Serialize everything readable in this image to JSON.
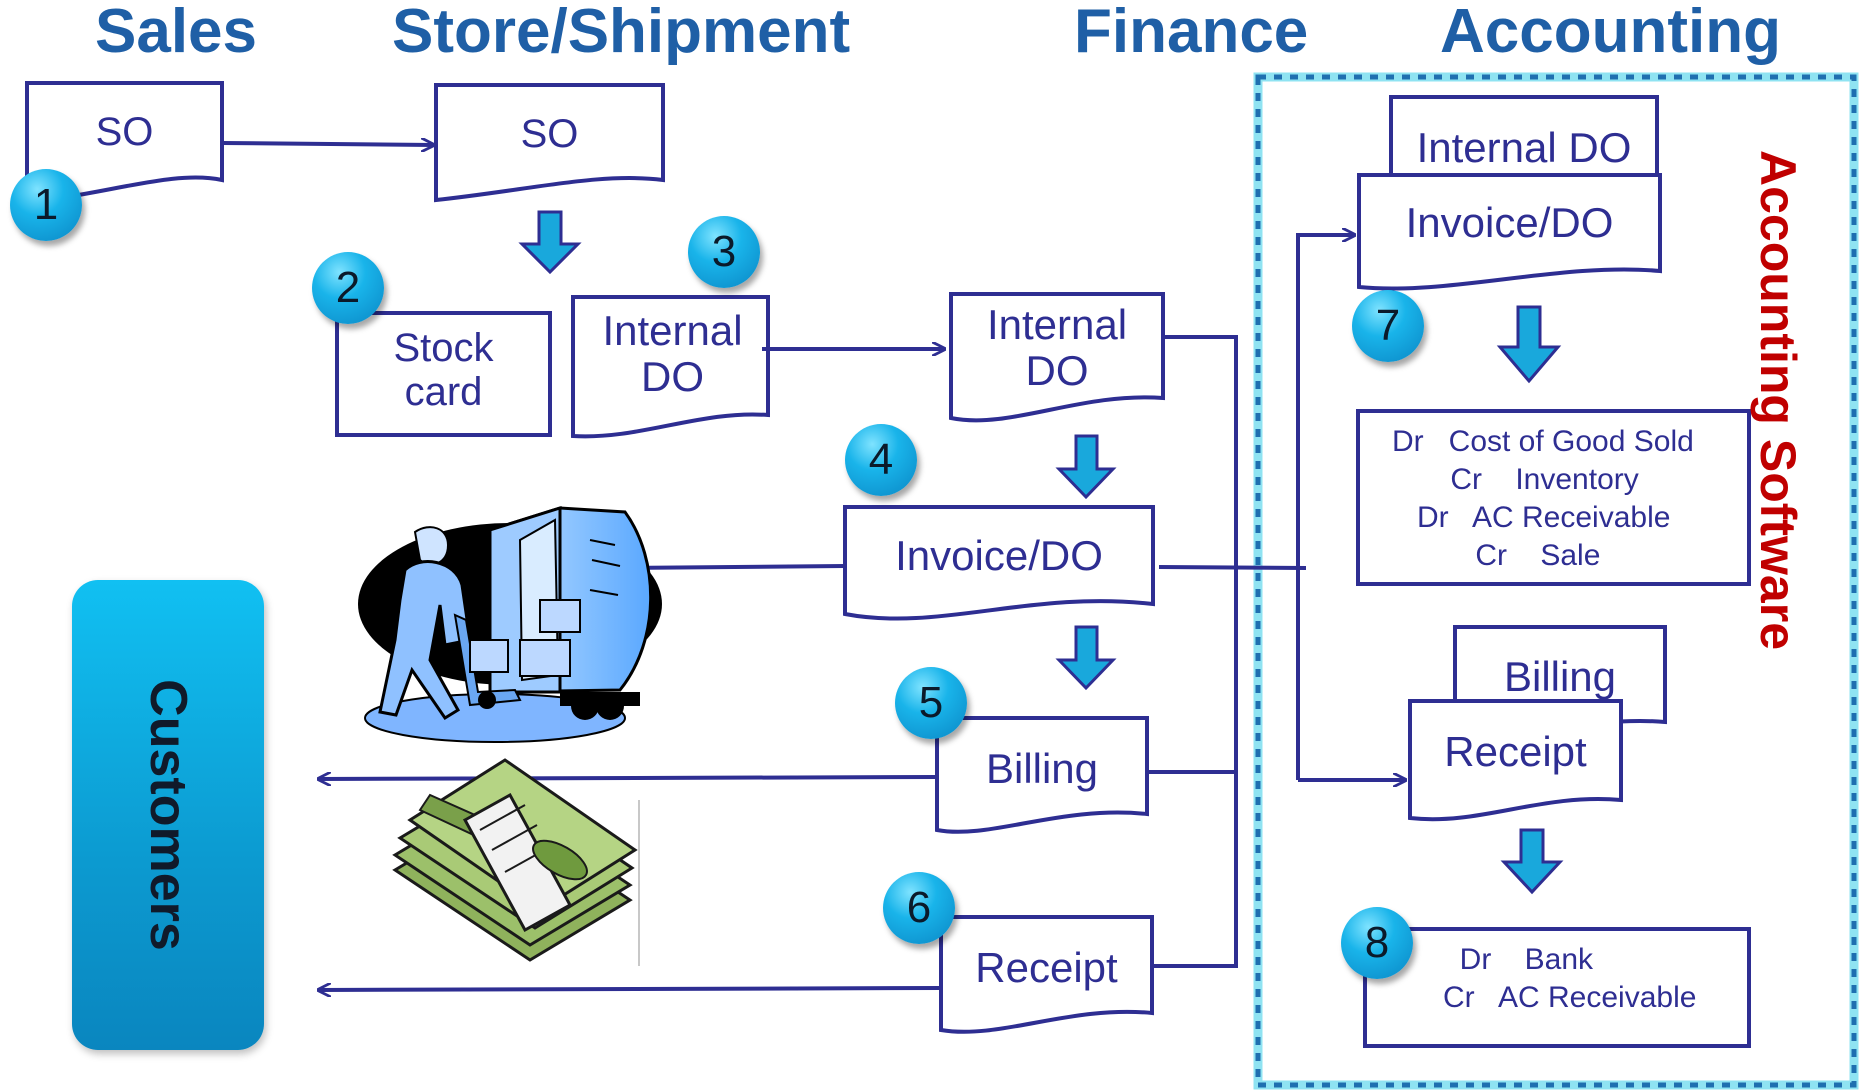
{
  "headers": {
    "sales": "Sales",
    "store_shipment": "Store/Shipment",
    "finance": "Finance",
    "accounting": "Accounting"
  },
  "accounting_software_label": "Accounting Software",
  "customers_label": "Customers",
  "documents": {
    "so_sales": "SO",
    "so_store": "SO",
    "stock_card": [
      "Stock",
      "card"
    ],
    "internal_do_store": [
      "Internal",
      "DO"
    ],
    "internal_do_finance": [
      "Internal",
      "DO"
    ],
    "invoice_do_finance": "Invoice/DO",
    "billing_finance": "Billing",
    "receipt_finance": "Receipt",
    "internal_do_acc": "Internal DO",
    "invoice_do_acc": "Invoice/DO",
    "billing_acc": "Billing",
    "receipt_acc": "Receipt"
  },
  "journal_entry_1": [
    "Dr   Cost of Good Sold",
    "       Cr    Inventory",
    "   Dr   AC Receivable",
    "          Cr    Sale"
  ],
  "journal_entry_2": [
    "  Dr    Bank",
    "Cr   AC Receivable"
  ],
  "steps": [
    "1",
    "2",
    "3",
    "4",
    "5",
    "6",
    "7",
    "8"
  ],
  "colors": {
    "heading": "#1f5fa6",
    "line": "#2e2e92",
    "accounting_software": "#c00000",
    "badge": "#19b4ea",
    "arrow_fill": "#19a8dc",
    "customers": "#0c9ad0",
    "frame_dash": "#1f6fb0",
    "frame_glow": "#8fe3f2"
  },
  "icons": [
    "delivery-truck-icon",
    "money-stack-icon"
  ]
}
